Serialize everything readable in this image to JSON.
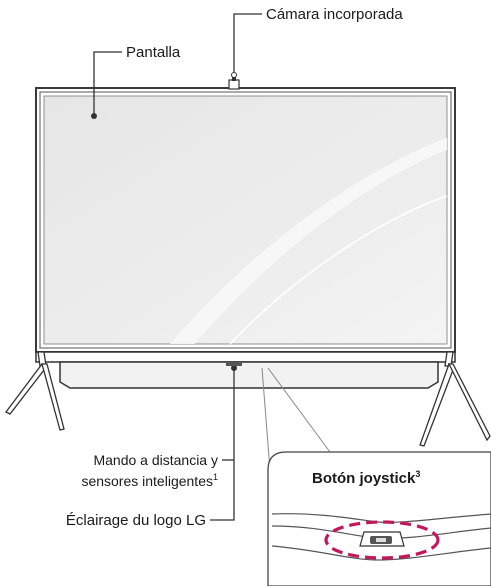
{
  "labels": {
    "camera": "Cámara incorporada",
    "screen": "Pantalla",
    "remote_line1": "Mando a distancia y",
    "remote_line2": "sensores inteligentes",
    "remote_sup": "1",
    "logo": "Éclairage du logo LG",
    "joystick": "Botón joystick",
    "joystick_sup": "3"
  }
}
